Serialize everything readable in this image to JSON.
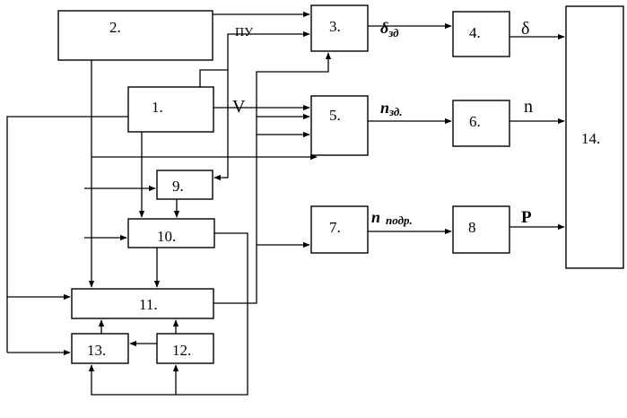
{
  "blocks": {
    "b1": "1.",
    "b2": "2.",
    "b3": "3.",
    "b4": "4.",
    "b5": "5.",
    "b6": "6.",
    "b7": "7.",
    "b8": "8",
    "b9": "9.",
    "b10": "10.",
    "b11": "11.",
    "b12": "12.",
    "b13": "13.",
    "b14": "14."
  },
  "signals": {
    "pu": "ПУ",
    "v": "V",
    "delta_zd_main": "δ",
    "delta_zd_sub": "зд",
    "delta": "δ",
    "n_zd_main": "n",
    "n_zd_sub": "зд.",
    "n": "n",
    "n_podr_main": "n",
    "n_podr_sub": "подр.",
    "p": "P"
  }
}
